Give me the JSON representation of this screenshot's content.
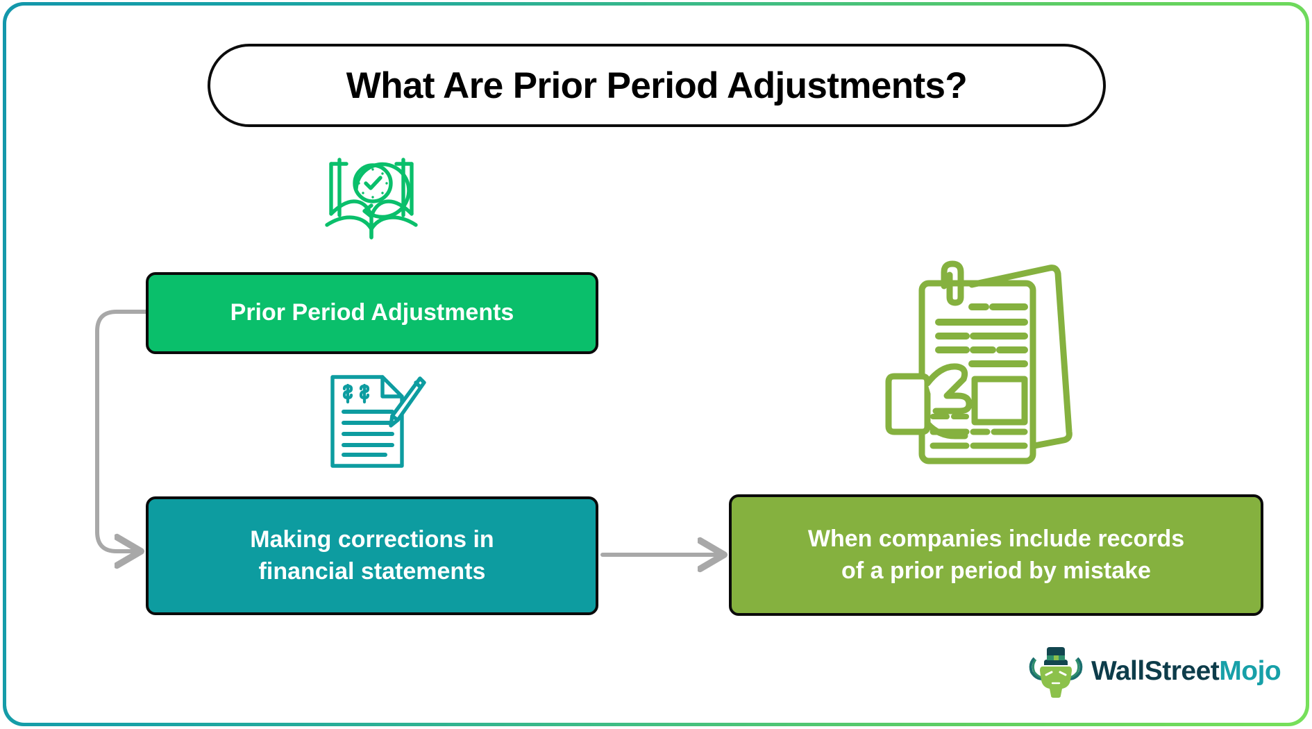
{
  "frame": {
    "gradient_start": "#1397ab",
    "gradient_end": "#77e05a"
  },
  "header": {
    "title": "What Are Prior Period Adjustments?"
  },
  "boxes": [
    {
      "id": "prior-period-adjustments",
      "label": "Prior Period Adjustments",
      "color": "#0ABF6B",
      "text_color": "#ffffff"
    },
    {
      "id": "making-corrections",
      "line1": "Making corrections in",
      "line2": "financial statements",
      "label": "Making corrections in financial statements",
      "color": "#0D9CA0",
      "text_color": "#ffffff"
    },
    {
      "id": "companies-include-records",
      "line1": "When companies include records",
      "line2": "of a prior period by mistake",
      "label": "When companies include records of a prior period by mistake",
      "color": "#85B13F",
      "text_color": "#ffffff"
    }
  ],
  "icons": [
    {
      "id": "book-clock-icon",
      "name": "book-with-clock-icon",
      "color": "#0ABF6B"
    },
    {
      "id": "doc-pen-icon",
      "name": "document-with-pencil-icon",
      "color": "#0D9CA0"
    },
    {
      "id": "hand-doc-icon",
      "name": "hand-holding-document-icon",
      "color": "#85B13F"
    }
  ],
  "connectors": [
    {
      "id": "green-to-teal",
      "style": "elbow-arrow",
      "color": "#A8A8A8"
    },
    {
      "id": "teal-to-olive",
      "style": "straight-arrow",
      "color": "#A8A8A8"
    }
  ],
  "logo": {
    "part1": "WallStreet",
    "part2": "Mojo",
    "part1_color": "#0d3c4a",
    "part2_color": "#17a0a8"
  }
}
